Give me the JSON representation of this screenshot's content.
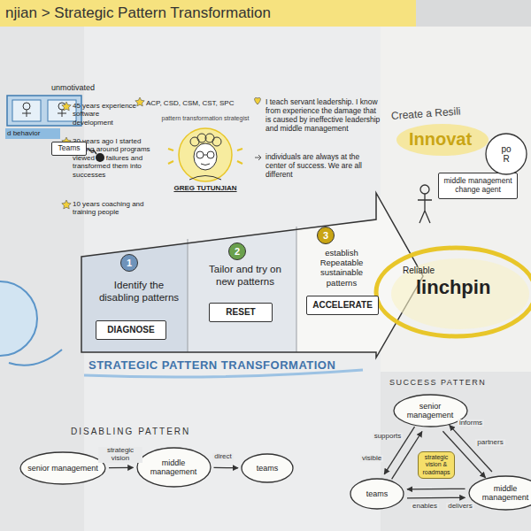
{
  "diagram": {
    "title": "njian > Strategic Pattern Transformation",
    "nodes": [
      {
        "text": [
          "Teams"
        ]
      },
      {
        "text": [
          "1"
        ]
      },
      {
        "text": [
          "DIAGNOSE"
        ]
      },
      {
        "text": [
          "2"
        ]
      },
      {
        "text": [
          "RESET"
        ]
      },
      {
        "text": [
          "3"
        ]
      },
      {
        "text": [
          "ACCELERATE"
        ]
      },
      {
        "text": [
          "middle management change agent"
        ]
      },
      {
        "text": [
          "po",
          "R"
        ]
      },
      {
        "text": [
          "senior management"
        ]
      },
      {
        "text": [
          "middle management"
        ]
      },
      {
        "text": [
          "teams"
        ]
      },
      {
        "text": [
          "senior management"
        ]
      },
      {
        "text": [
          "middle management"
        ]
      },
      {
        "text": [
          "teams"
        ]
      },
      {
        "text": [
          "strategic vision & roadmaps"
        ]
      }
    ],
    "edges": [
      {
        "from": 9,
        "to": 10,
        "arrow": "to",
        "label": "strategic vision"
      },
      {
        "from": 10,
        "to": 11,
        "arrow": "to",
        "label": "direct"
      },
      {
        "from": 12,
        "to": 13,
        "arrow": "to",
        "label": "informs"
      },
      {
        "from": 13,
        "to": 12,
        "arrow": "to",
        "label": "partners"
      },
      {
        "from": 12,
        "to": 14,
        "arrow": "to",
        "label": "supports"
      },
      {
        "from": 14,
        "to": 12,
        "arrow": "to",
        "label": "visible"
      },
      {
        "from": 13,
        "to": 14,
        "arrow": "to",
        "label": "enables"
      },
      {
        "from": 14,
        "to": 13,
        "arrow": "to",
        "label": "delivers"
      }
    ],
    "labels": [
      "unmotivated",
      "d behavior",
      "45 years experience software development",
      "ACP, CSD, CSM, CST, SPC",
      "30 years ago I started turning around programs viewed as failures and transformed them into successes",
      "10 years coaching and training people",
      "pattern transformation strategist",
      "GREG TUTUNJIAN",
      "I teach servant leadership. I know from experience the damage that is caused by ineffective leadership and middle management",
      "individuals are always at the center of success. We are all different",
      "Identify the disabling patterns",
      "Tailor and try on new patterns",
      "establish Repeatable sustainable patterns",
      "STRATEGIC PATTERN TRANSFORMATION",
      "Create a Resili",
      "Innovat",
      "Reliable",
      "linchpin",
      "DISABLING PATTERN",
      "SUCCESS PATTERN"
    ]
  }
}
